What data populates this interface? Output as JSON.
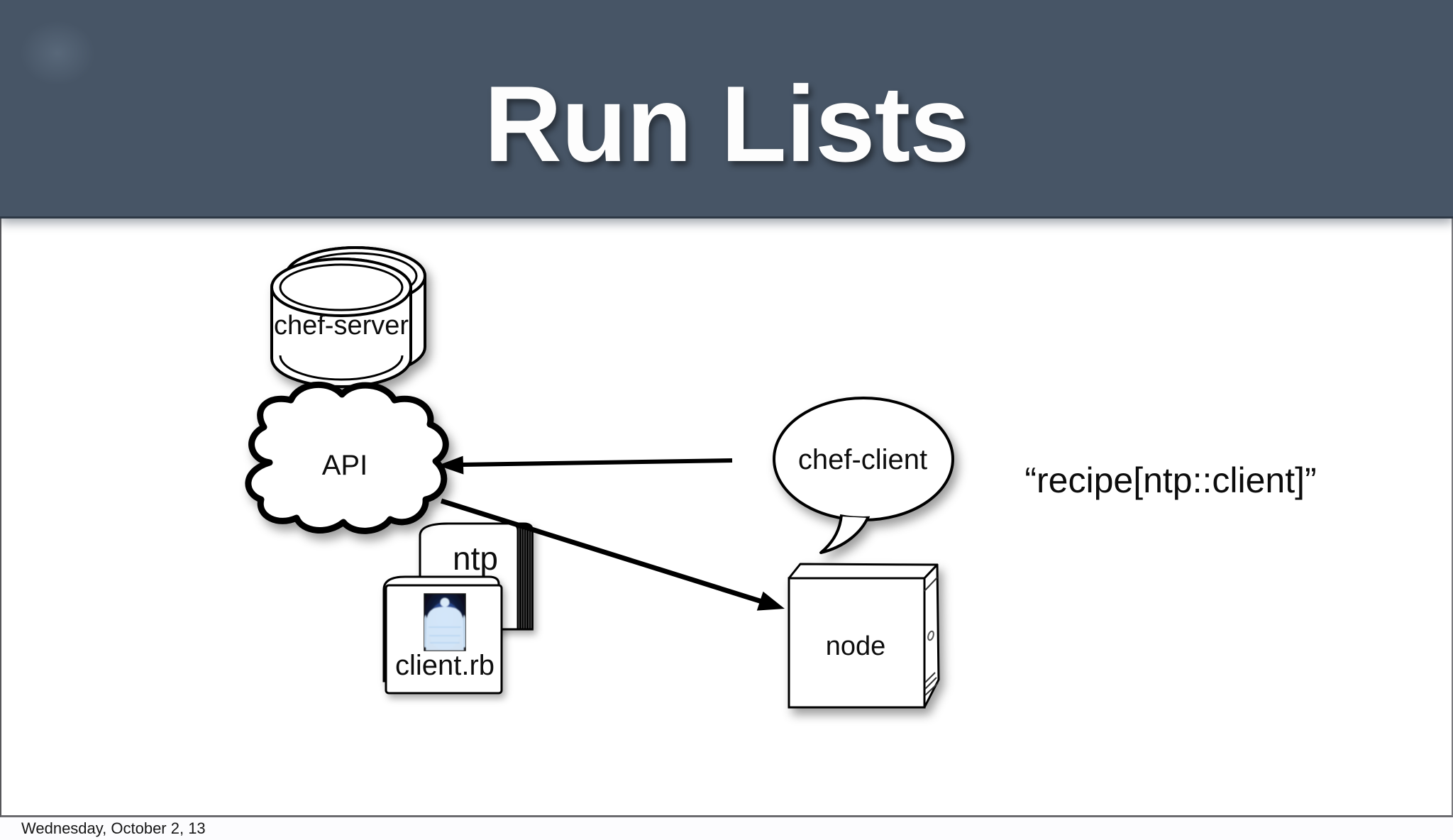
{
  "slide": {
    "title": "Run Lists",
    "footer": "Wednesday, October 2, 13",
    "annotation": "“recipe[ntp::client]”",
    "colors": {
      "header_bg": "#475566",
      "slide_bg": "#ffffff",
      "outline": "#000000",
      "title_text": "#fdfdfd",
      "scan_glow_blue": "#2d54a0"
    },
    "shapes": {
      "chef_server": {
        "label": "chef-server",
        "shape": "database-cylinder-stack"
      },
      "api": {
        "label": "API",
        "shape": "cloud"
      },
      "chef_client": {
        "label": "chef-client",
        "shape": "speech-bubble"
      },
      "ntp": {
        "label": "ntp",
        "shape": "document-stack"
      },
      "client_rb": {
        "label": "client.rb",
        "shape": "document-with-body-scan-image"
      },
      "node": {
        "label": "node",
        "shape": "server-box"
      }
    },
    "edges": [
      {
        "from": "chef-client",
        "to": "API",
        "style": "solid-arrow"
      },
      {
        "from": "API",
        "to": "node",
        "style": "solid-arrow"
      }
    ]
  }
}
